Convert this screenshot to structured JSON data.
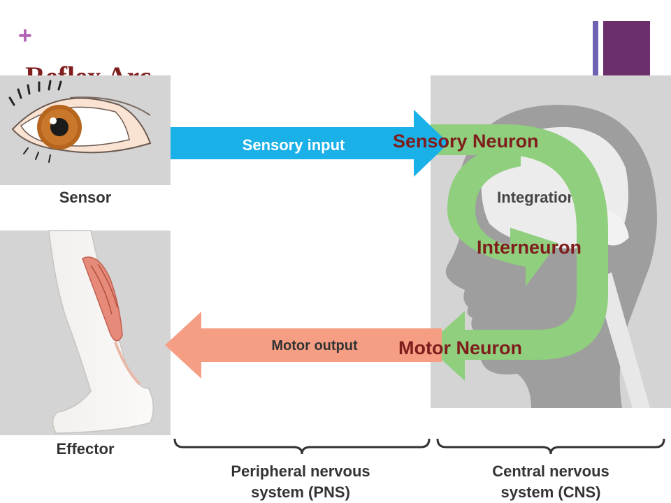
{
  "slide": {
    "title": "Reflex Arc",
    "bullet_glyph": "+",
    "accent_color": "#6b2f6b"
  },
  "diagram": {
    "sensor_label": "Sensor",
    "effector_label": "Effector",
    "sensory_input_label": "Sensory input",
    "motor_output_label": "Motor output",
    "integration_label": "Integration",
    "pns_label_line1": "Peripheral nervous",
    "pns_label_line2": "system (PNS)",
    "cns_label_line1": "Central nervous",
    "cns_label_line2": "system (CNS)",
    "annotations": {
      "sensory_neuron": "Sensory Neuron",
      "interneuron": "Interneuron",
      "motor_neuron": "Motor Neuron"
    },
    "colors": {
      "sensory_arrow": "#1ab0e8",
      "motor_arrow": "#f59e83",
      "loop_arrow": "#8fcf7e",
      "annotation_text": "#7f1d1d"
    }
  }
}
